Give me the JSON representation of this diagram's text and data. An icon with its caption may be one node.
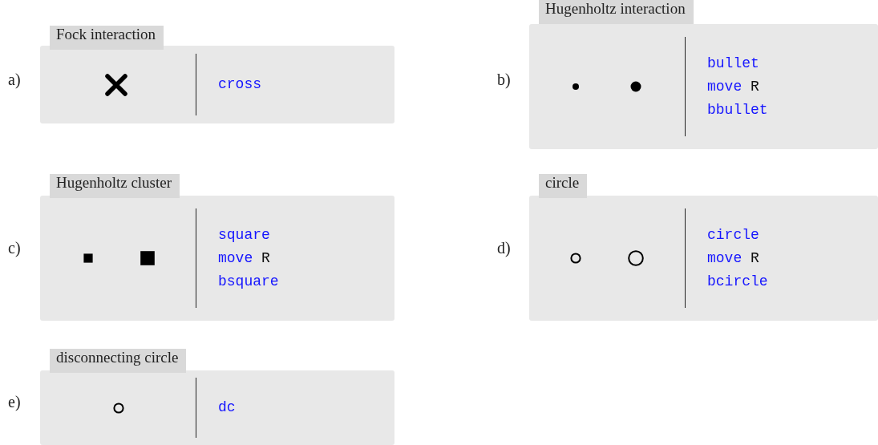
{
  "diagram": {
    "nodes": [
      {
        "text": [
          "Fock interaction",
          "cross"
        ],
        "beside": [
          "a)"
        ]
      },
      {
        "text": [
          "Hugenholtz interaction",
          "bullet",
          "move R",
          "bbullet"
        ],
        "beside": [
          "b)"
        ]
      },
      {
        "text": [
          "Hugenholtz cluster",
          "square",
          "move R",
          "bsquare"
        ],
        "beside": [
          "c)"
        ]
      },
      {
        "text": [
          "circle",
          "circle",
          "move R",
          "bcircle"
        ],
        "beside": [
          "d)"
        ]
      },
      {
        "text": [
          "disconnecting circle",
          "dc"
        ],
        "beside": [
          "e)"
        ]
      }
    ]
  }
}
